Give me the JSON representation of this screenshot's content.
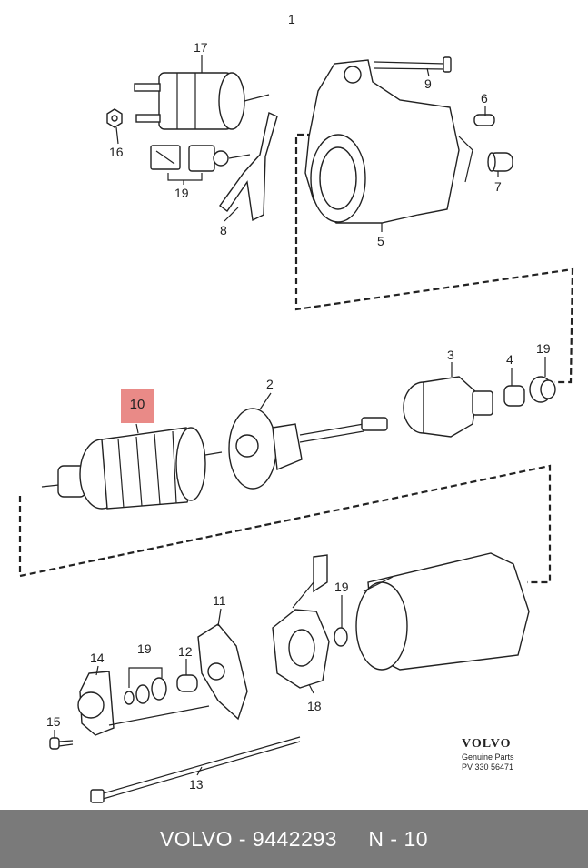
{
  "diagram": {
    "labels": {
      "l1": "1",
      "l17": "17",
      "l9": "9",
      "l6": "6",
      "l16": "16",
      "l7": "7",
      "l19a": "19",
      "l8": "8",
      "l5": "5",
      "l3": "3",
      "l4": "4",
      "l19b": "19",
      "l2": "2",
      "l11": "11",
      "l19c": "19",
      "l14": "14",
      "l19d": "19",
      "l12": "12",
      "l18": "18",
      "l15": "15",
      "l13": "13"
    },
    "highlight": {
      "label": "10",
      "color": "#e98a87"
    }
  },
  "brand": {
    "logo": "VOLVO",
    "subtitle": "Genuine Parts",
    "code": "PV 330 56471"
  },
  "footer": {
    "text": "VOLVO - 9442293     N - 10",
    "background": "#7a7a7a"
  }
}
